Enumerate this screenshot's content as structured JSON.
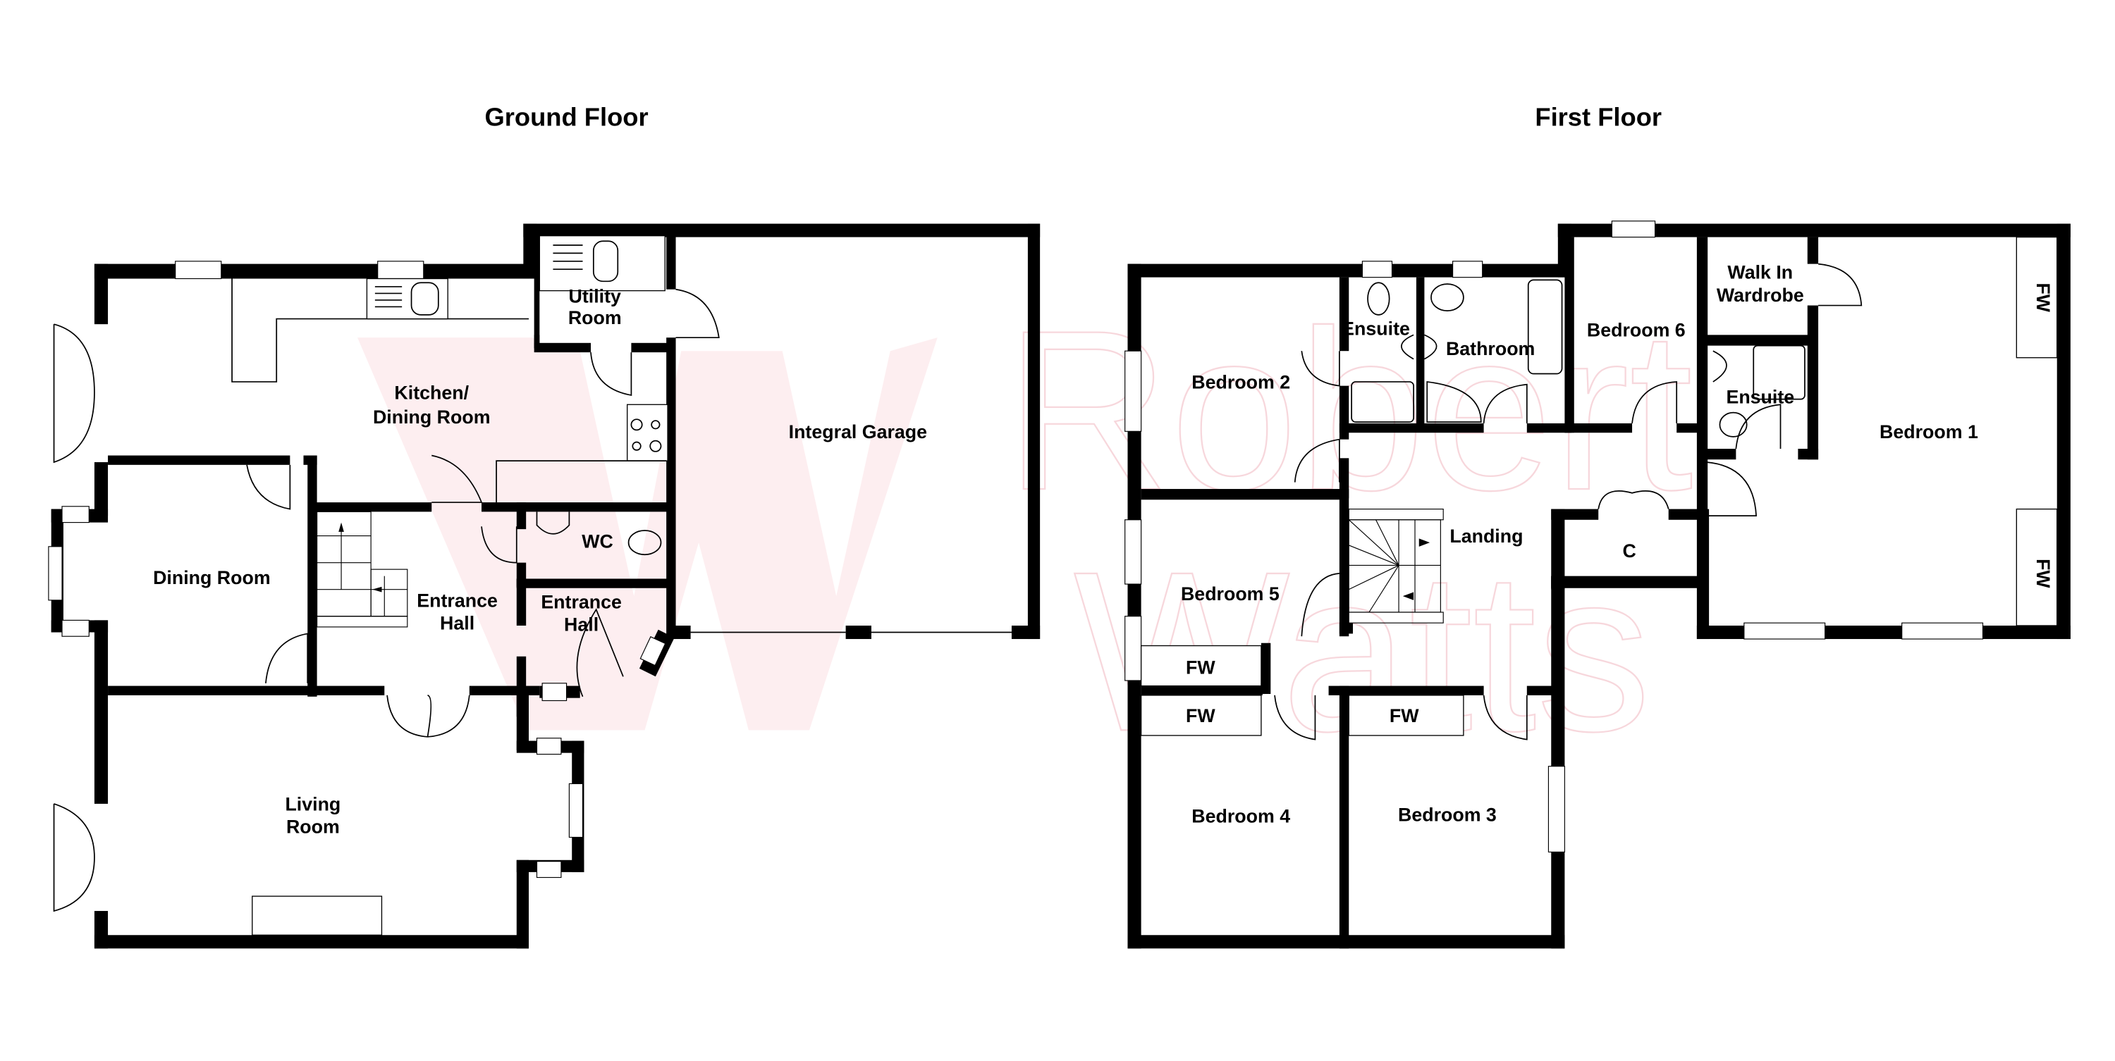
{
  "watermark": {
    "monogram": "W",
    "line1": "Robert",
    "line2": "Watts",
    "color": "#fdeef0",
    "outline_color": "#f7d7dc"
  },
  "ground_floor": {
    "title": "Ground Floor",
    "rooms": {
      "kitchen_line1": "Kitchen/",
      "kitchen_line2": "Dining Room",
      "utility_line1": "Utility",
      "utility_line2": "Room",
      "garage": "Integral Garage",
      "dining": "Dining Room",
      "wc": "WC",
      "entrance_hall_a_line1": "Entrance",
      "entrance_hall_a_line2": "Hall",
      "entrance_hall_b_line1": "Entrance",
      "entrance_hall_b_line2": "Hall",
      "living_line1": "Living",
      "living_line2": "Room"
    }
  },
  "first_floor": {
    "title": "First Floor",
    "rooms": {
      "bedroom1": "Bedroom 1",
      "bedroom2": "Bedroom 2",
      "bedroom3": "Bedroom 3",
      "bedroom4": "Bedroom 4",
      "bedroom5": "Bedroom 5",
      "bedroom6": "Bedroom 6",
      "ensuite_a": "Ensuite",
      "ensuite_b": "Ensuite",
      "bathroom": "Bathroom",
      "walkin_line1": "Walk In",
      "walkin_line2": "Wardrobe",
      "landing": "Landing",
      "cupboard": "C",
      "fw_bed1_top": "FW",
      "fw_bed1_bottom": "FW",
      "fw_bed5": "FW",
      "fw_bed4": "FW",
      "fw_bed3": "FW"
    }
  },
  "colors": {
    "walls": "#000000",
    "background": "#ffffff"
  }
}
